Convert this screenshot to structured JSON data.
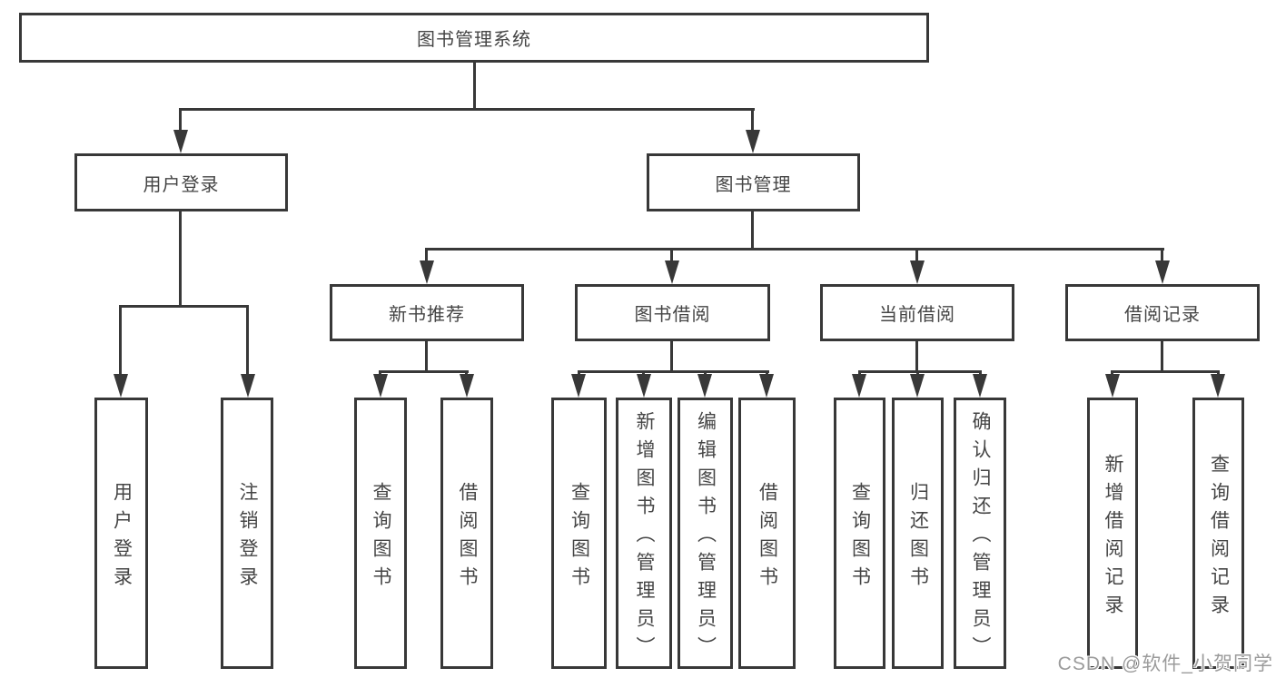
{
  "diagram": {
    "title_node": {
      "label": "图书管理系统"
    },
    "level2": [
      {
        "label": "用户登录"
      },
      {
        "label": "图书管理"
      }
    ],
    "level3": [
      {
        "label": "新书推荐",
        "parent": "图书管理"
      },
      {
        "label": "图书借阅",
        "parent": "图书管理"
      },
      {
        "label": "当前借阅",
        "parent": "图书管理"
      },
      {
        "label": "借阅记录",
        "parent": "图书管理"
      }
    ],
    "leaves": [
      {
        "label": "用户登录",
        "parent": "用户登录"
      },
      {
        "label": "注销登录",
        "parent": "用户登录"
      },
      {
        "label": "查询图书",
        "parent": "新书推荐"
      },
      {
        "label": "借阅图书",
        "parent": "新书推荐"
      },
      {
        "label": "查询图书",
        "parent": "图书借阅"
      },
      {
        "label": "新增图书（管理员）",
        "parent": "图书借阅"
      },
      {
        "label": "编辑图书（管理员）",
        "parent": "图书借阅"
      },
      {
        "label": "借阅图书",
        "parent": "图书借阅"
      },
      {
        "label": "查询图书",
        "parent": "当前借阅"
      },
      {
        "label": "归还图书",
        "parent": "当前借阅"
      },
      {
        "label": "确认归还（管理员）",
        "parent": "当前借阅"
      },
      {
        "label": "新增借阅记录",
        "parent": "借阅记录"
      },
      {
        "label": "查询借阅记录",
        "parent": "借阅记录"
      }
    ]
  },
  "watermark": {
    "text": "CSDN @软件_小贺同学"
  },
  "colors": {
    "line": "#383838",
    "box_border": "#383838",
    "text": "#454545",
    "watermark": "#9b9b9b",
    "background": "#ffffff"
  }
}
